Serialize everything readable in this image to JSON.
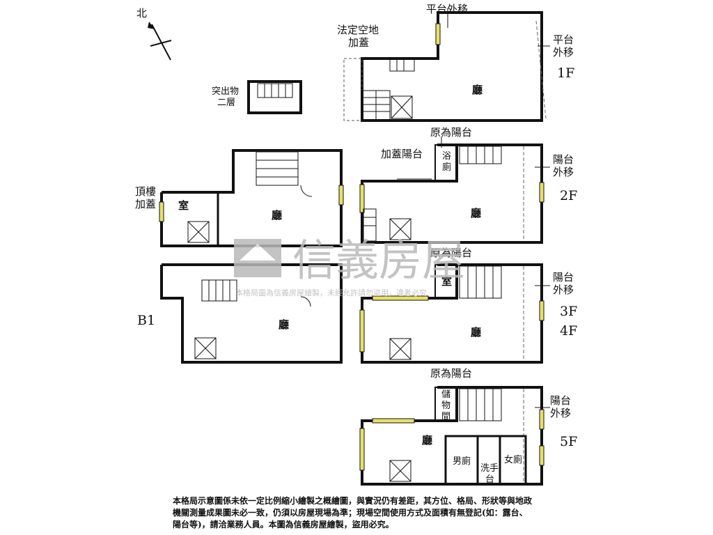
{
  "north_label": "北",
  "floors": {
    "f1": {
      "label": "1F",
      "hall": "廳",
      "top_note": "平台外移",
      "side_note": "平台\n外移",
      "annex_note": "法定空地\n加蓋"
    },
    "protrusion": {
      "label": "突出物\n二層"
    },
    "roof": {
      "label": "頂樓\n加蓋",
      "room": "室",
      "hall": "廳"
    },
    "f2": {
      "label": "2F",
      "hall": "廳",
      "top_note": "原為陽台",
      "balcony_add": "加蓋陽台",
      "bath": "浴\n廁",
      "side_note": "陽台\n外移"
    },
    "b1": {
      "label": "B1",
      "hall": "廳"
    },
    "f34": {
      "label": "3F\n4F",
      "hall": "廳",
      "top_note": "原為陽台",
      "room": "室",
      "side_note": "陽台\n外移"
    },
    "f5": {
      "label": "5F",
      "hall": "廳",
      "top_note": "原為陽台",
      "storage": "儲\n物\n間",
      "side_note": "陽台\n外移",
      "men": "男廁",
      "women": "女廁",
      "sink": "洗手\n台"
    }
  },
  "watermark": {
    "brand": "信義房屋",
    "caption": "本格局圖為信義房屋繪製，未經允許請勿盜用，違者必究"
  },
  "disclaimer": "本格局示意圖係未依一定比例縮小繪製之概繪圖，與實況仍有差距，其方位、格局、形狀等與地政機關測量成果圖未必一致，仍須以房屋現場為準；現場空間使用方式及面積有無登記(如：露台、陽台等)，請洽業務人員。本圖為信義房屋繪製，盜用必究。",
  "colors": {
    "wall": "#111111",
    "window": "#e8e06a",
    "watermark": "#b9b9b9"
  }
}
